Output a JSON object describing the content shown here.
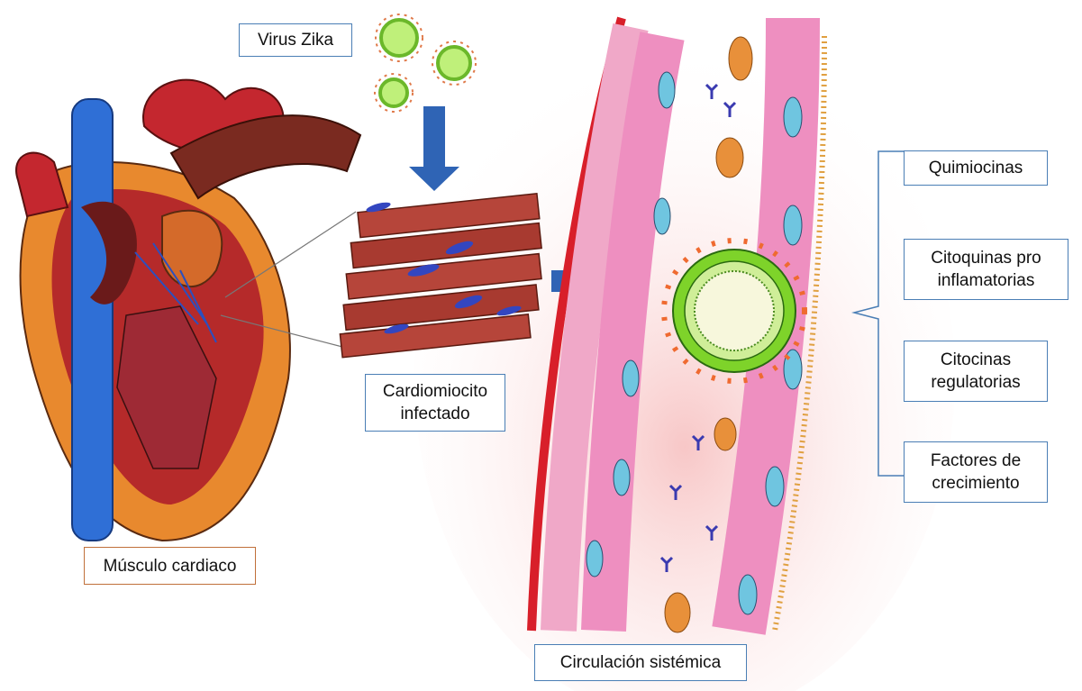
{
  "labels": {
    "virus": "Virus Zika",
    "cardiomyocyte_line1": "Cardiomiocito",
    "cardiomyocyte_line2": "infectado",
    "heart_muscle": "Músculo cardiaco",
    "circulation": "Circulación sistémica"
  },
  "mediators": [
    {
      "line1": "Quimiocinas",
      "line2": ""
    },
    {
      "line1": "Citoquinas pro",
      "line2": "inflamatorias"
    },
    {
      "line1": "Citocinas",
      "line2": "regulatorias"
    },
    {
      "line1": "Factores de",
      "line2": "crecimiento"
    }
  ],
  "colors": {
    "box_border": "#4a7eb5",
    "heart_label_border": "#c0703a",
    "arrow": "#2f64b5",
    "virus": "#7ed32a"
  }
}
